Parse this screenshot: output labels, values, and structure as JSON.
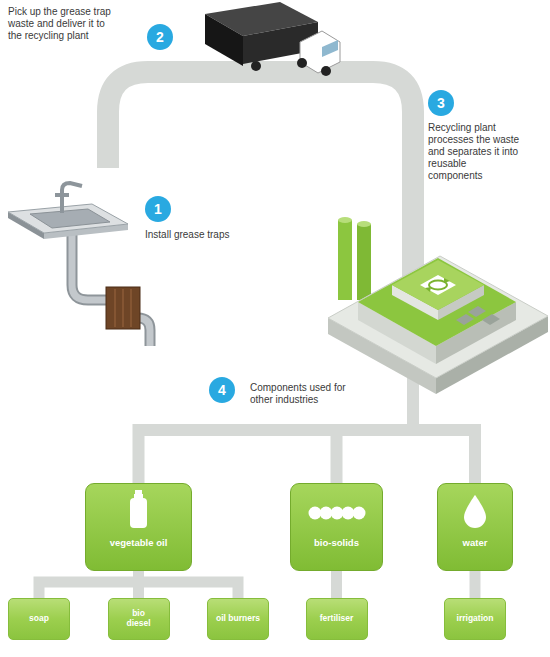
{
  "diagram": {
    "nodes": [
      {
        "text": [
          "1"
        ]
      },
      {
        "text": [
          "2"
        ]
      },
      {
        "text": [
          "3"
        ]
      },
      {
        "text": [
          "4"
        ]
      },
      {
        "text": [
          "vegetable oil"
        ]
      },
      {
        "text": [
          "bio-solids"
        ]
      },
      {
        "text": [
          "water"
        ]
      },
      {
        "text": [
          "soap"
        ]
      },
      {
        "text": [
          "bio diesel"
        ]
      },
      {
        "text": [
          "oil burners"
        ]
      },
      {
        "text": [
          "fertiliser"
        ]
      },
      {
        "text": [
          "irrigation"
        ]
      }
    ],
    "edges": [
      {
        "from": 4,
        "to": 7,
        "arrow": "none"
      },
      {
        "from": 4,
        "to": 8,
        "arrow": "none"
      },
      {
        "from": 4,
        "to": 9,
        "arrow": "none"
      },
      {
        "from": 5,
        "to": 10,
        "arrow": "none"
      },
      {
        "from": 6,
        "to": 11,
        "arrow": "none"
      }
    ],
    "labels": [
      "Install grease traps",
      "Pick up the grease trap waste and deliver it to the recycling plant",
      "Recycling plant processes the waste and separates it into reusable components",
      "Components used for other industries"
    ]
  }
}
